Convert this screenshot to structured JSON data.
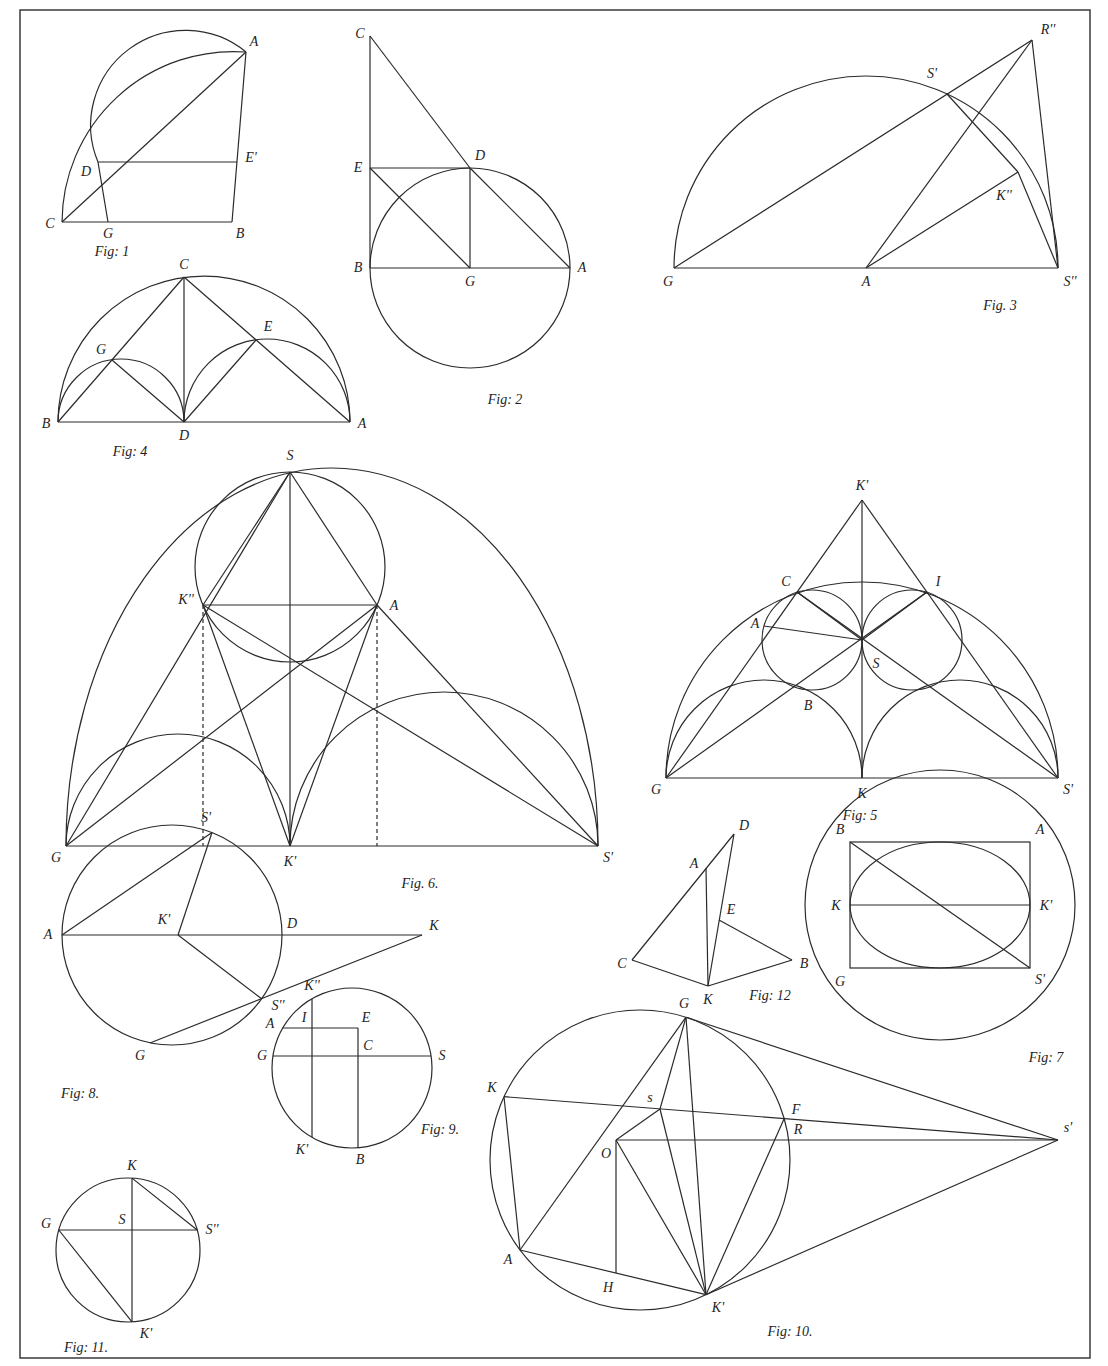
{
  "diagram": {
    "labels": [
      "A",
      "D",
      "E'",
      "C",
      "G",
      "B",
      "Fig: 1",
      "C",
      "E",
      "D",
      "B",
      "G",
      "A",
      "Fig: 2",
      "G",
      "A",
      "S''",
      "S'",
      "R''",
      "K''",
      "Fig. 3",
      "B",
      "A",
      "D",
      "C",
      "G",
      "E",
      "Fig: 4",
      "K'",
      "C",
      "I",
      "A",
      "S",
      "B",
      "G",
      "K",
      "S'",
      "Fig: 5",
      "S",
      "K''",
      "A",
      "G",
      "K'",
      "S'",
      "Fig. 6.",
      "B",
      "A",
      "K",
      "K'",
      "G",
      "S'",
      "Fig: 7",
      "D",
      "A",
      "E",
      "C",
      "B",
      "K",
      "Fig: 12",
      "A",
      "K'",
      "D",
      "K",
      "S'",
      "S''",
      "G",
      "Fig: 8.",
      "K''",
      "A",
      "I",
      "E",
      "G",
      "C",
      "S",
      "K'",
      "B",
      "Fig: 9.",
      "K",
      "G",
      "s",
      "F",
      "O",
      "R",
      "s'",
      "A",
      "H",
      "K'",
      "Fig: 10.",
      "K",
      "G",
      "S",
      "S''",
      "K'",
      "Fig: 11."
    ]
  }
}
